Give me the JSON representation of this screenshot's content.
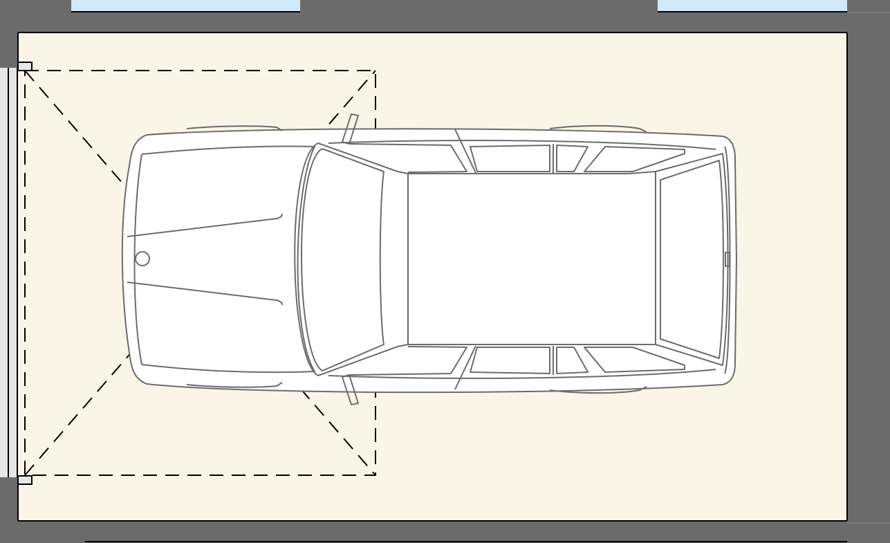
{
  "colors": {
    "wall": "#6b6b6b",
    "floor": "#faf5e6",
    "window_glass": "#d2e8fb",
    "door_frame": "#e6e6e6",
    "outline": "#000000",
    "car_line": "#6b6b6b",
    "car_fill": "#ffffff",
    "door_swing": "#000000"
  },
  "elements": {
    "walls": "exterior-walls",
    "windows": [
      "window-top-left",
      "window-top-right"
    ],
    "garage_door": "garage-door-opening",
    "column": "wall-column",
    "car": "car-top-view",
    "door_swing": "garage-door-swing-area"
  }
}
